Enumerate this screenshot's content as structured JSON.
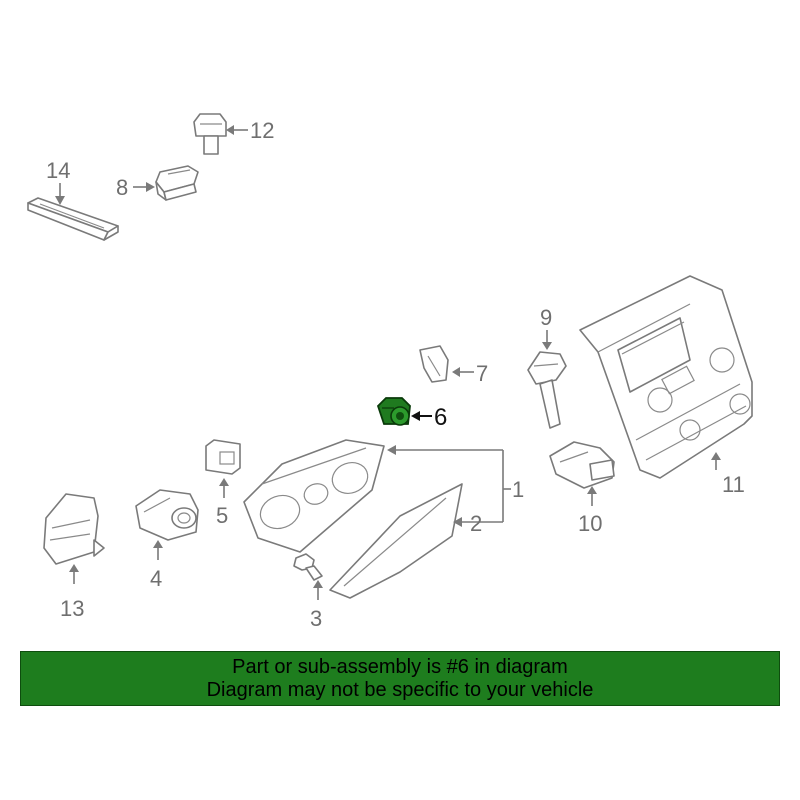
{
  "diagram": {
    "callouts": {
      "c1": "1",
      "c2": "2",
      "c3": "3",
      "c4": "4",
      "c5": "5",
      "c6": "6",
      "c7": "7",
      "c8": "8",
      "c9": "9",
      "c10": "10",
      "c11": "11",
      "c12": "12",
      "c13": "13",
      "c14": "14"
    },
    "highlighted_callout": "6",
    "highlight_color": "#1e7d1e",
    "line_color": "#7a7a7a"
  },
  "banner": {
    "line1": "Part or sub-assembly is #6 in diagram",
    "line2": "Diagram may not be specific to your vehicle",
    "background": "#1e7d1e"
  }
}
